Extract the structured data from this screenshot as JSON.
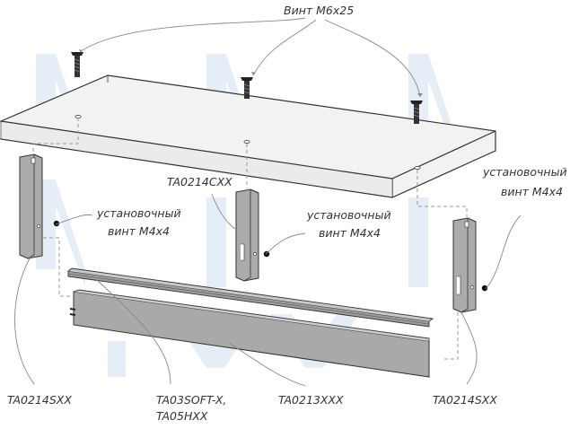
{
  "labels": {
    "screw_top": "Винт М6х25",
    "set_screw_left": [
      "установочный",
      "винт М4х4"
    ],
    "set_screw_middle": [
      "установочный",
      "винт М4х4"
    ],
    "set_screw_right": [
      "установочный",
      "винт М4х4"
    ],
    "part_middle_leg": "TA0214CXX",
    "part_left_leg": "TA0214SXX",
    "part_rail": [
      "TA03SOFT-X,",
      "TA05HXX"
    ],
    "part_front_panel": "TA0213XXX",
    "part_right_leg": "TA0214SXX"
  },
  "colors": {
    "line": "#333333",
    "leader": "#888888",
    "part_fill": "#a9a9a9",
    "board_fill": "#f2f2f2",
    "watermark": "#dce8f3"
  },
  "icons": [
    "screw-icon",
    "set-screw-icon",
    "watermark-logo"
  ]
}
